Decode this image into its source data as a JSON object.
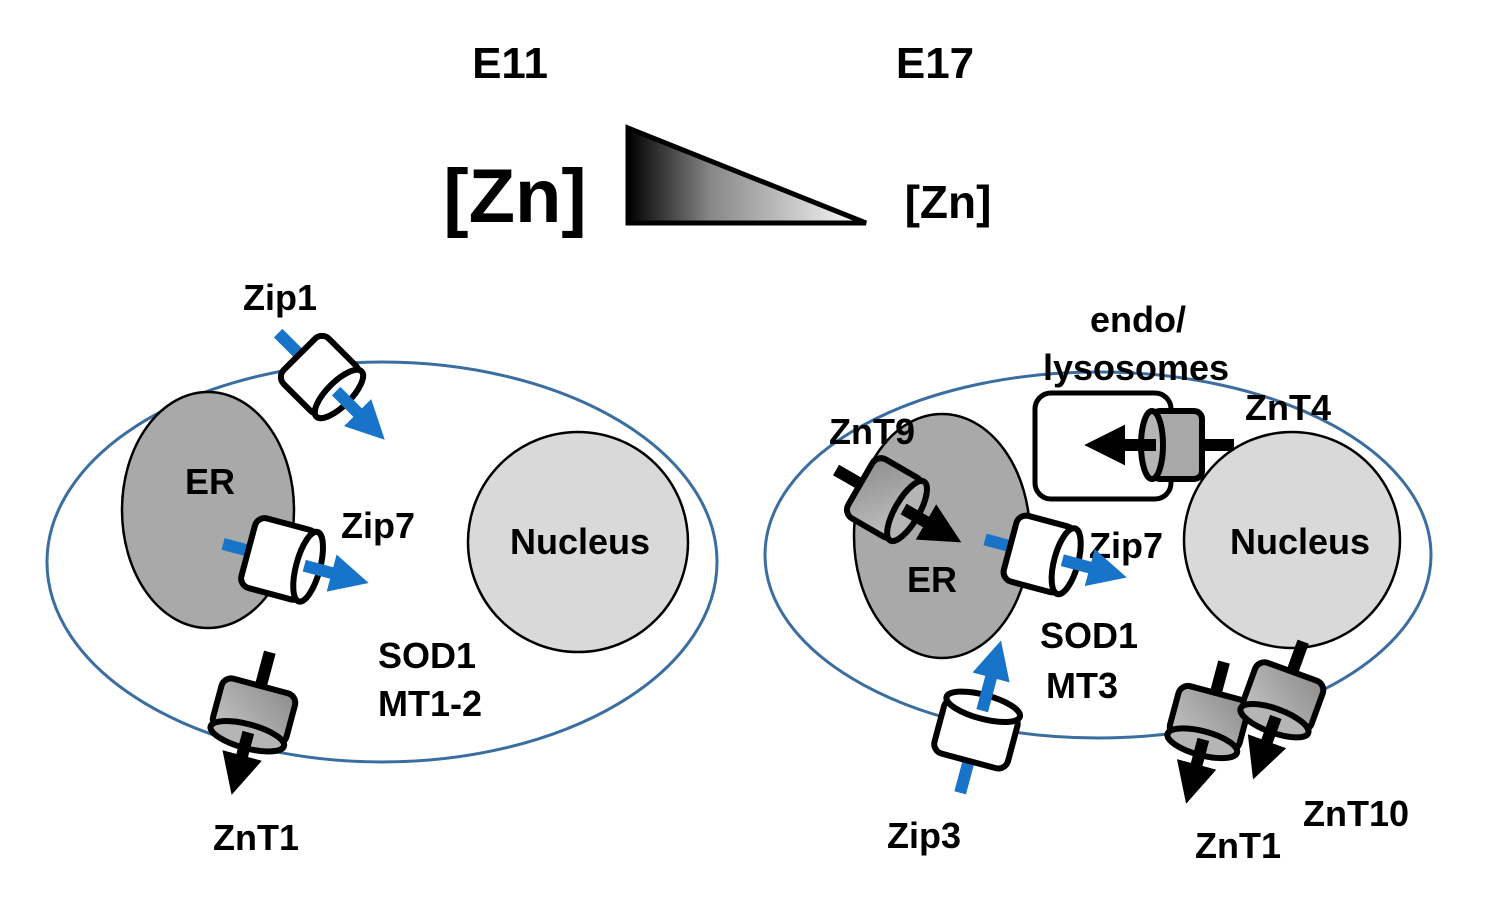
{
  "header": {
    "left_stage": "E11",
    "right_stage": "E17",
    "zn_high": "[Zn]",
    "zn_low": "[Zn]",
    "gradient_description": "zinc concentration decreasing from E11 to E17"
  },
  "colors": {
    "membrane": "#3b6ea0",
    "zip_arrow": "#1874c9",
    "znt_arrow": "#000000",
    "er_fill": "#a9a9a9",
    "nucleus_fill": "#d9d9d9",
    "zip_body": "#ffffff",
    "znt_body": "#a8a8a8"
  },
  "cell_e11": {
    "organelles": {
      "er": "ER",
      "nucleus": "Nucleus"
    },
    "transporters": {
      "zip1": "Zip1",
      "zip7": "Zip7",
      "znt1": "ZnT1"
    },
    "proteins": [
      "SOD1",
      "MT1-2"
    ]
  },
  "cell_e17": {
    "organelles": {
      "er": "ER",
      "nucleus": "Nucleus",
      "endo_line1": "endo/",
      "endo_line2": "lysosomes"
    },
    "transporters": {
      "znt9": "ZnT9",
      "znt4": "ZnT4",
      "zip7": "Zip7",
      "zip3": "Zip3",
      "znt1": "ZnT1",
      "znt10": "ZnT10"
    },
    "proteins": [
      "SOD1",
      "MT3"
    ]
  }
}
